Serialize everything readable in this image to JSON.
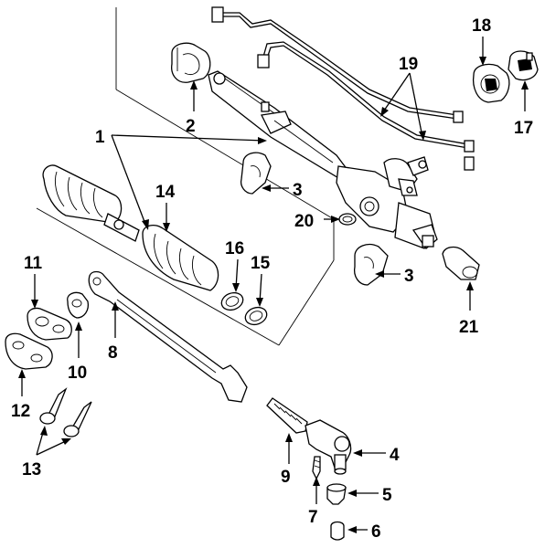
{
  "callouts": [
    {
      "id": "1",
      "text": "1"
    },
    {
      "id": "2",
      "text": "2"
    },
    {
      "id": "3",
      "text": "3"
    },
    {
      "id": "3b",
      "text": "3"
    },
    {
      "id": "4",
      "text": "4"
    },
    {
      "id": "5",
      "text": "5"
    },
    {
      "id": "6",
      "text": "6"
    },
    {
      "id": "7",
      "text": "7"
    },
    {
      "id": "8",
      "text": "8"
    },
    {
      "id": "9",
      "text": "9"
    },
    {
      "id": "10",
      "text": "10"
    },
    {
      "id": "11",
      "text": "11"
    },
    {
      "id": "12",
      "text": "12"
    },
    {
      "id": "13",
      "text": "13"
    },
    {
      "id": "14",
      "text": "14"
    },
    {
      "id": "15",
      "text": "15"
    },
    {
      "id": "16",
      "text": "16"
    },
    {
      "id": "17",
      "text": "17"
    },
    {
      "id": "18",
      "text": "18"
    },
    {
      "id": "19",
      "text": "19"
    },
    {
      "id": "20",
      "text": "20"
    },
    {
      "id": "21",
      "text": "21"
    }
  ]
}
